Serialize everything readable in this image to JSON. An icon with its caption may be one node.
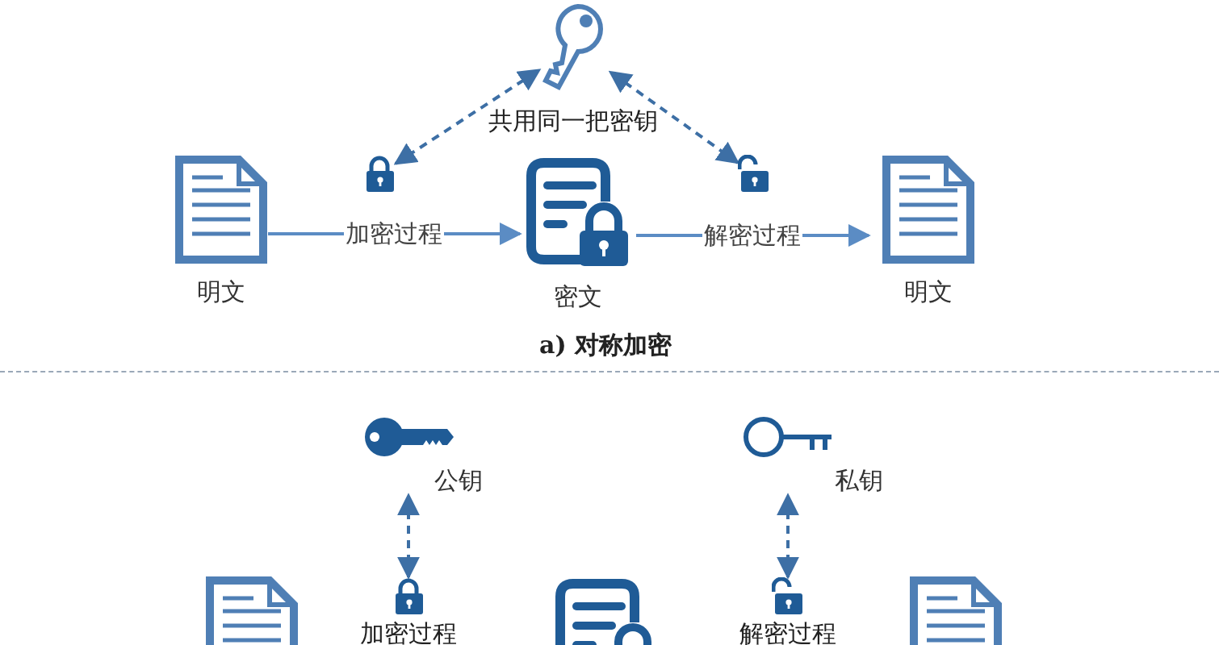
{
  "diagram": {
    "nodes": [
      {
        "text": [
          "明文"
        ]
      },
      {
        "text": [
          "密文"
        ]
      },
      {
        "text": [
          "明文"
        ]
      },
      {
        "text": [],
        "shape": "picture"
      },
      {
        "text": [],
        "shape": "picture"
      },
      {
        "text": [],
        "shape": "picture"
      },
      {
        "text": [
          "公钥"
        ]
      },
      {
        "text": [
          "私钥"
        ]
      },
      {
        "text": [],
        "shape": "picture"
      },
      {
        "text": [],
        "shape": "picture"
      },
      {
        "text": [],
        "shape": "picture"
      },
      {
        "text": [],
        "shape": "picture"
      },
      {
        "text": [],
        "shape": "picture"
      }
    ],
    "edges": [
      {
        "from": 0,
        "to": 1,
        "arrow": "to",
        "label": "加密过程"
      },
      {
        "from": 1,
        "to": 2,
        "arrow": "to",
        "label": "解密过程"
      },
      {
        "from": 4,
        "to": 3,
        "arrow": "both",
        "style": "dashed"
      },
      {
        "from": 5,
        "to": 3,
        "arrow": "both",
        "style": "dashed"
      },
      {
        "from": 8,
        "to": 6,
        "arrow": "both",
        "style": "dashed"
      },
      {
        "from": 9,
        "to": 7,
        "arrow": "both",
        "style": "dashed"
      }
    ],
    "labels": [
      "共用同一把密钥",
      "a) 对称加密",
      "加密过程",
      "解密过程"
    ]
  }
}
